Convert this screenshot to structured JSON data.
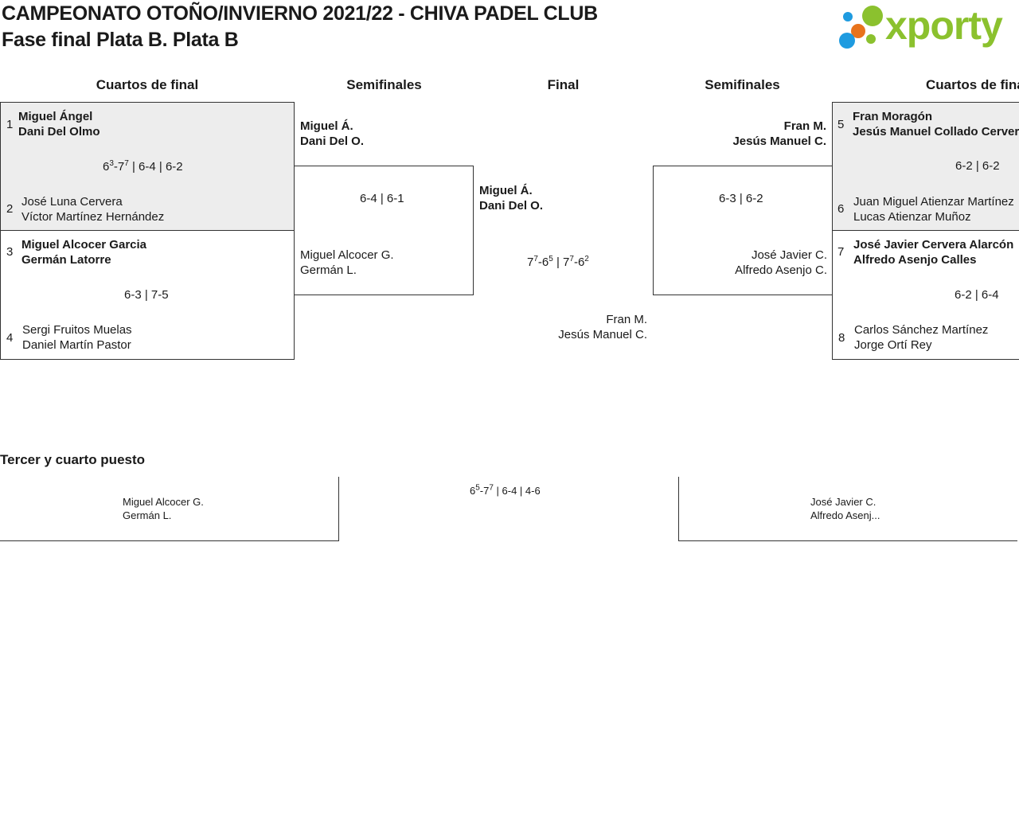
{
  "header": {
    "title": "CAMPEONATO OTOÑO/INVIERNO 2021/22 - CHIVA PADEL CLUB",
    "subtitle": "Fase final Plata B. Plata B",
    "logo_text": "xporty",
    "logo_colors": [
      "#8bc12e",
      "#e8731c",
      "#1e9be0"
    ]
  },
  "rounds": {
    "qf_left": "Cuartos de final",
    "sf_left": "Semifinales",
    "final": "Final",
    "sf_right": "Semifinales",
    "qf_right": "Cuartos de final"
  },
  "qf": [
    {
      "seed_a": "1",
      "a1": "Miguel Ángel",
      "a2": "Dani Del Olmo",
      "seed_b": "2",
      "b1": "José Luna Cervera",
      "b2": "Víctor Martínez Hernández",
      "score_pre": "6",
      "sup1": "3",
      "score_mid": "-7",
      "sup2": "7",
      "score_post": " | 6-4 | 6-2"
    },
    {
      "seed_a": "3",
      "a1": "Miguel Alcocer Garcia",
      "a2": "Germán Latorre",
      "seed_b": "4",
      "b1": "Sergi Fruitos Muelas",
      "b2": "Daniel Martín Pastor",
      "score": "6-3 | 7-5"
    },
    {
      "seed_a": "5",
      "a1": "Fran Moragón",
      "a2": "Jesús Manuel Collado Cervera",
      "seed_b": "6",
      "b1": "Juan Miguel Atienzar Martínez",
      "b2": "Lucas Atienzar Muñoz",
      "score": "6-2 | 6-2"
    },
    {
      "seed_a": "7",
      "a1": "José Javier Cervera Alarcón",
      "a2": "Alfredo Asenjo Calles",
      "seed_b": "8",
      "b1": "Carlos Sánchez Martínez",
      "b2": "Jorge Ortí Rey",
      "score": "6-2 | 6-4"
    }
  ],
  "sf": [
    {
      "a1": "Miguel Á.",
      "a2": "Dani Del O.",
      "b1": "Miguel Alcocer G.",
      "b2": "Germán L.",
      "score": "6-4 | 6-1"
    },
    {
      "a1": "Fran M.",
      "a2": "Jesús Manuel C.",
      "b1": "José Javier C.",
      "b2": "Alfredo Asenjo C.",
      "score": "6-3 | 6-2"
    }
  ],
  "final": {
    "a1": "Miguel Á.",
    "a2": "Dani Del O.",
    "b1": "Fran M.",
    "b2": "Jesús Manuel C.",
    "s1": "7",
    "s1sup": "7",
    "s2": "-6",
    "s2sup": "5",
    "s3": " | 7",
    "s3sup": "7",
    "s4": "-6",
    "s4sup": "2"
  },
  "third": {
    "heading": "Tercer y cuarto puesto",
    "a1": "Miguel Alcocer G.",
    "a2": "Germán L.",
    "b1": "José Javier C.",
    "b2": "Alfredo Asenj...",
    "p1": "6",
    "p1sup": "5",
    "p2": "-7",
    "p2sup": "7",
    "p3": " | 6-4 | 4-6"
  }
}
